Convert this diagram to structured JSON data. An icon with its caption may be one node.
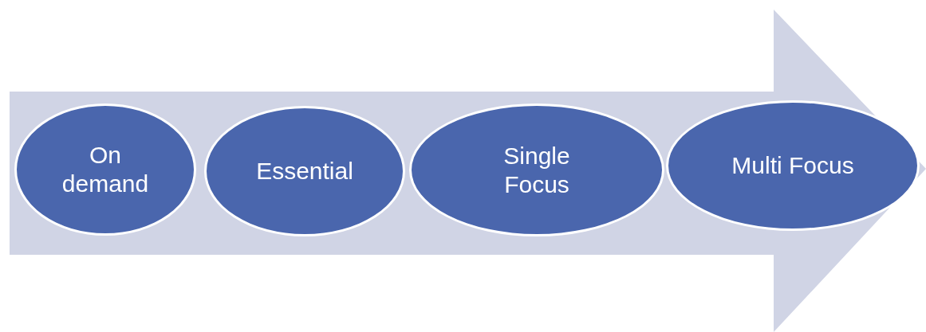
{
  "diagram": {
    "nodes": [
      {
        "text": [
          "On demand"
        ]
      },
      {
        "text": [
          "Essential"
        ]
      },
      {
        "text": [
          "Single Focus"
        ]
      },
      {
        "text": [
          "Multi Focus"
        ]
      }
    ]
  }
}
